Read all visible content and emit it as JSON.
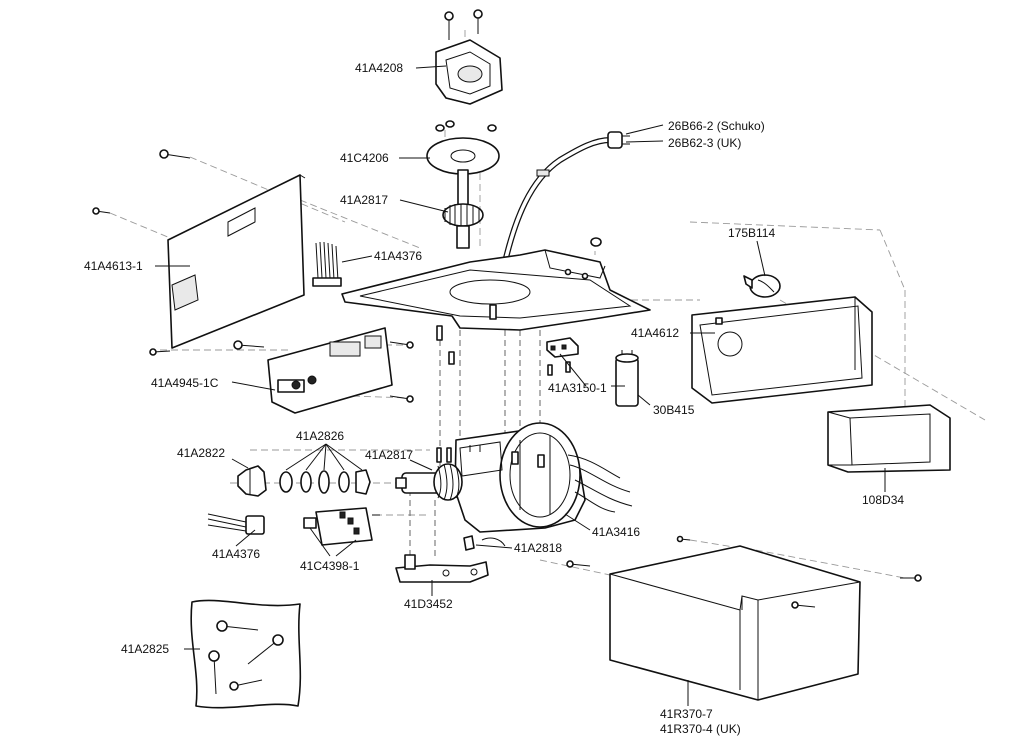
{
  "labels": {
    "l_41A4208": "41A4208",
    "l_26B66_2": "26B66-2 (Schuko)",
    "l_26B62_3": "26B62-3 (UK)",
    "l_41C4206": "41C4206",
    "l_41A2817_top": "41A2817",
    "l_175B114": "175B114",
    "l_41A4613_1": "41A4613-1",
    "l_41A4376_top": "41A4376",
    "l_41A4612": "41A4612",
    "l_41A4945_1C": "41A4945-1C",
    "l_41A3150_1": "41A3150-1",
    "l_30B415": "30B415",
    "l_41A2826": "41A2826",
    "l_41A2822": "41A2822",
    "l_41A2817_mid": "41A2817",
    "l_108D34": "108D34",
    "l_41A3416": "41A3416",
    "l_41A2818": "41A2818",
    "l_41A4376_bot": "41A4376",
    "l_41C4398_1": "41C4398-1",
    "l_41D3452": "41D3452",
    "l_41A2825": "41A2825",
    "l_41R370_7": "41R370-7",
    "l_41R370_4": "41R370-4 (UK)"
  }
}
